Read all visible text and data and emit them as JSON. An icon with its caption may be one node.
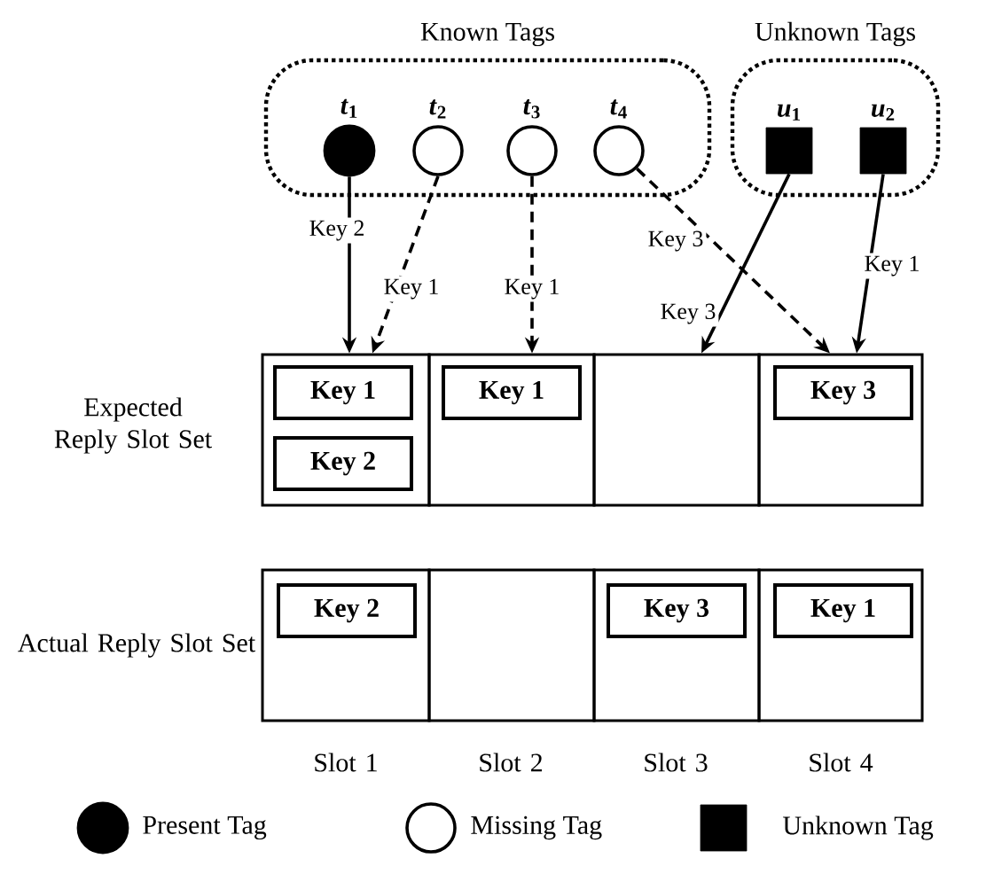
{
  "diagram": {
    "nodes": [
      {
        "text": [
          "Known Tags"
        ]
      },
      {
        "text": [
          "Unknown Tags"
        ]
      },
      {
        "text": [
          "*t*$_{1}$"
        ],
        "in": 0
      },
      {
        "text": [
          "*t*$_{2}$"
        ],
        "in": 0
      },
      {
        "text": [
          "*t*$_{3}$"
        ],
        "in": 0
      },
      {
        "text": [
          "*t*$_{4}$"
        ],
        "in": 0
      },
      {
        "text": [
          "*u*$_{1}$"
        ],
        "in": 1
      },
      {
        "text": [
          "*u*$_{2}$"
        ],
        "in": 1
      },
      {
        "text": [],
        "shape": "box"
      },
      {
        "text": [
          "Key 1"
        ],
        "in": 8
      },
      {
        "text": [
          "Key 2"
        ],
        "in": 8
      },
      {
        "text": [],
        "shape": "box"
      },
      {
        "text": [
          "Key 1"
        ],
        "in": 11
      },
      {
        "text": [],
        "shape": "box"
      },
      {
        "text": [],
        "shape": "box"
      },
      {
        "text": [
          "Key 3"
        ],
        "in": 14
      },
      {
        "text": [],
        "shape": "box"
      },
      {
        "text": [
          "Key 2"
        ],
        "in": 16
      },
      {
        "text": [],
        "shape": "box"
      },
      {
        "text": [],
        "shape": "box"
      },
      {
        "text": [
          "Key 3"
        ],
        "in": 19
      },
      {
        "text": [],
        "shape": "box"
      },
      {
        "text": [
          "Key 1"
        ],
        "in": 21
      }
    ],
    "edges": [
      {
        "from": 2,
        "to": 8,
        "arrow": "to",
        "label": "Key 2"
      },
      {
        "from": 3,
        "to": 8,
        "arrow": "to",
        "label": "Key 1",
        "style": "dashed"
      },
      {
        "from": 4,
        "to": 11,
        "arrow": "to",
        "label": "Key 1",
        "style": "dashed"
      },
      {
        "from": 5,
        "to": 14,
        "arrow": "to",
        "label": "Key 3",
        "style": "dashed"
      },
      {
        "from": 6,
        "to": 13,
        "arrow": "to",
        "label": "Key 3"
      },
      {
        "from": 7,
        "to": 14,
        "arrow": "to",
        "label": "Key 1"
      }
    ],
    "labels": [
      "Expected Reply Slot Set",
      "Actual Reply Slot Set",
      "Slot 1",
      "Slot 2",
      "Slot 3",
      "Slot 4"
    ],
    "legend": [
      {
        "text": "Present Tag"
      },
      {
        "text": "Missing Tag"
      },
      {
        "text": "Unknown Tag"
      }
    ]
  }
}
